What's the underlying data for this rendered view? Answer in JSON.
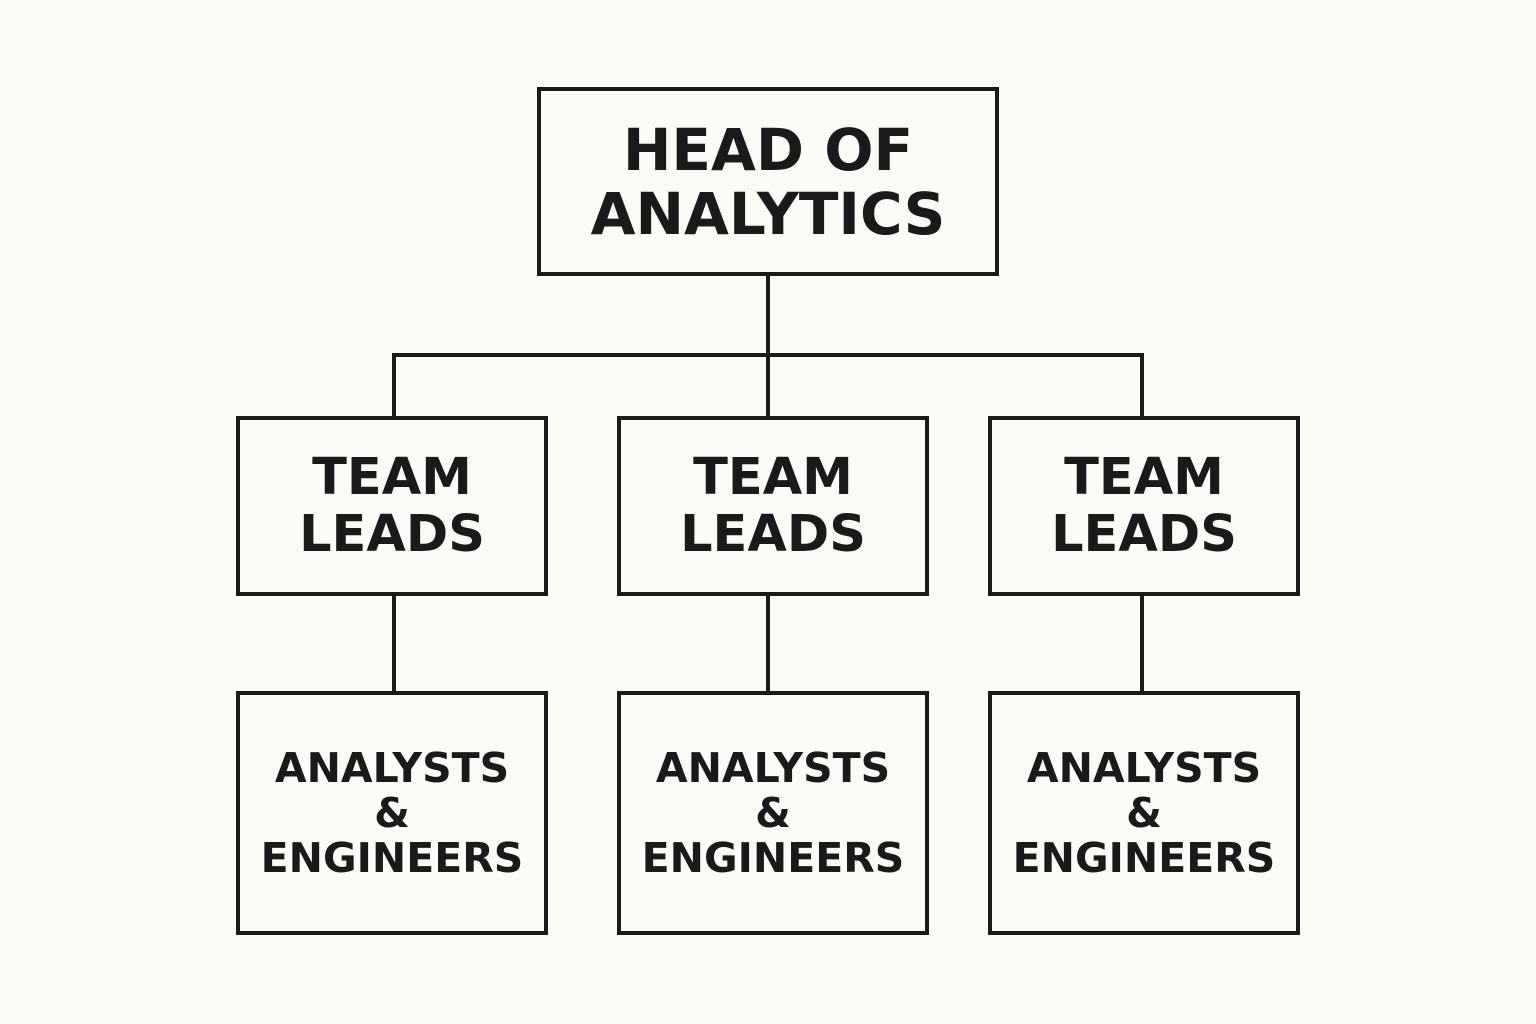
{
  "org_chart": {
    "root": {
      "line1": "HEAD OF",
      "line2": "ANALYTICS"
    },
    "teams": [
      {
        "lead": {
          "line1": "TEAM",
          "line2": "LEADS"
        },
        "members": {
          "line1": "ANALYSTS",
          "line2": "&",
          "line3": "ENGINEERS"
        }
      },
      {
        "lead": {
          "line1": "TEAM",
          "line2": "LEADS"
        },
        "members": {
          "line1": "ANALYSTS",
          "line2": "&",
          "line3": "ENGINEERS"
        }
      },
      {
        "lead": {
          "line1": "TEAM",
          "line2": "LEADS"
        },
        "members": {
          "line1": "ANALYSTS",
          "line2": "&",
          "line3": "ENGINEERS"
        }
      }
    ]
  },
  "colors": {
    "background": "#fbfaf7",
    "stroke": "#1a1a1a",
    "text": "#1a1a1a"
  }
}
